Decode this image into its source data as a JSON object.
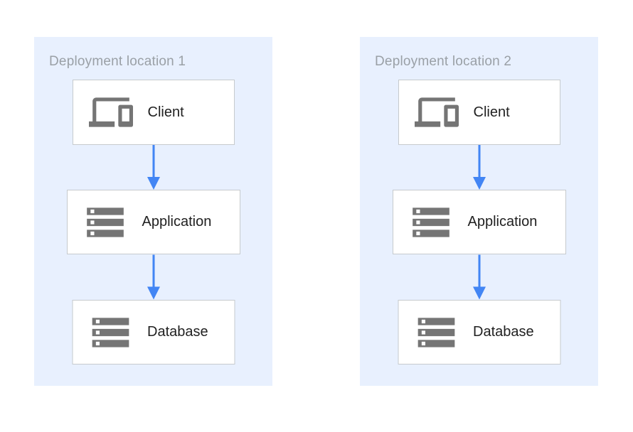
{
  "colors": {
    "panel_bg": "#E8F0FE",
    "box_border": "#C6CACD",
    "title_text": "#9AA0A6",
    "label_text": "#212121",
    "icon_gray": "#757575",
    "arrow": "#4285F4"
  },
  "panels": [
    {
      "title": "Deployment location 1",
      "nodes": [
        {
          "label": "Client",
          "icon": "devices-icon"
        },
        {
          "label": "Application",
          "icon": "servers-icon"
        },
        {
          "label": "Database",
          "icon": "servers-icon"
        }
      ]
    },
    {
      "title": "Deployment location 2",
      "nodes": [
        {
          "label": "Client",
          "icon": "devices-icon"
        },
        {
          "label": "Application",
          "icon": "servers-icon"
        },
        {
          "label": "Database",
          "icon": "servers-icon"
        }
      ]
    }
  ]
}
